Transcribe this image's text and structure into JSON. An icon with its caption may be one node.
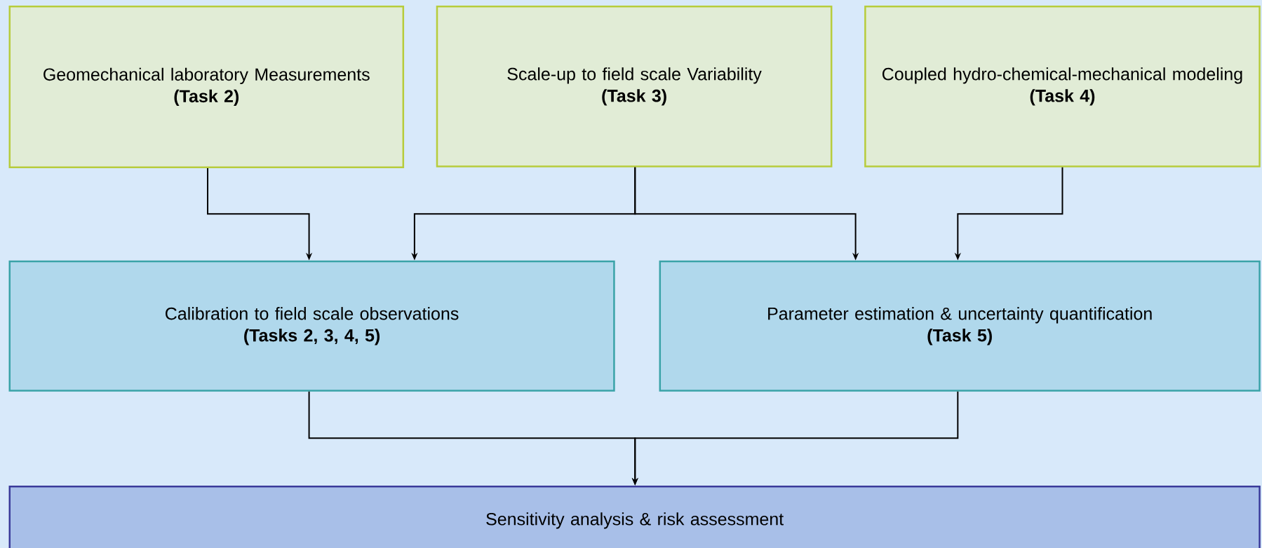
{
  "diagram": {
    "nodes": [
      {
        "text": [
          "Geomechanical laboratory Measurements",
          "(Task 2)"
        ]
      },
      {
        "text": [
          "Scale-up to field scale Variability",
          "(Task 3)"
        ]
      },
      {
        "text": [
          "Coupled hydro-chemical-mechanical modeling",
          "(Task 4)"
        ]
      },
      {
        "text": [
          "Calibration to field scale observations",
          "(Tasks 2, 3, 4, 5)"
        ]
      },
      {
        "text": [
          "Parameter estimation & uncertainty quantification",
          "(Task 5)"
        ]
      },
      {
        "text": [
          "Sensitivity analysis & risk assessment"
        ]
      }
    ],
    "edges": [
      {
        "from": 0,
        "to": 3,
        "arrow": "to"
      },
      {
        "from": 1,
        "to": 3,
        "arrow": "to"
      },
      {
        "from": 1,
        "to": 4,
        "arrow": "to"
      },
      {
        "from": 2,
        "to": 4,
        "arrow": "to"
      },
      {
        "from": 3,
        "to": 5,
        "arrow": "to"
      },
      {
        "from": 4,
        "to": 5,
        "arrow": "to"
      }
    ]
  }
}
